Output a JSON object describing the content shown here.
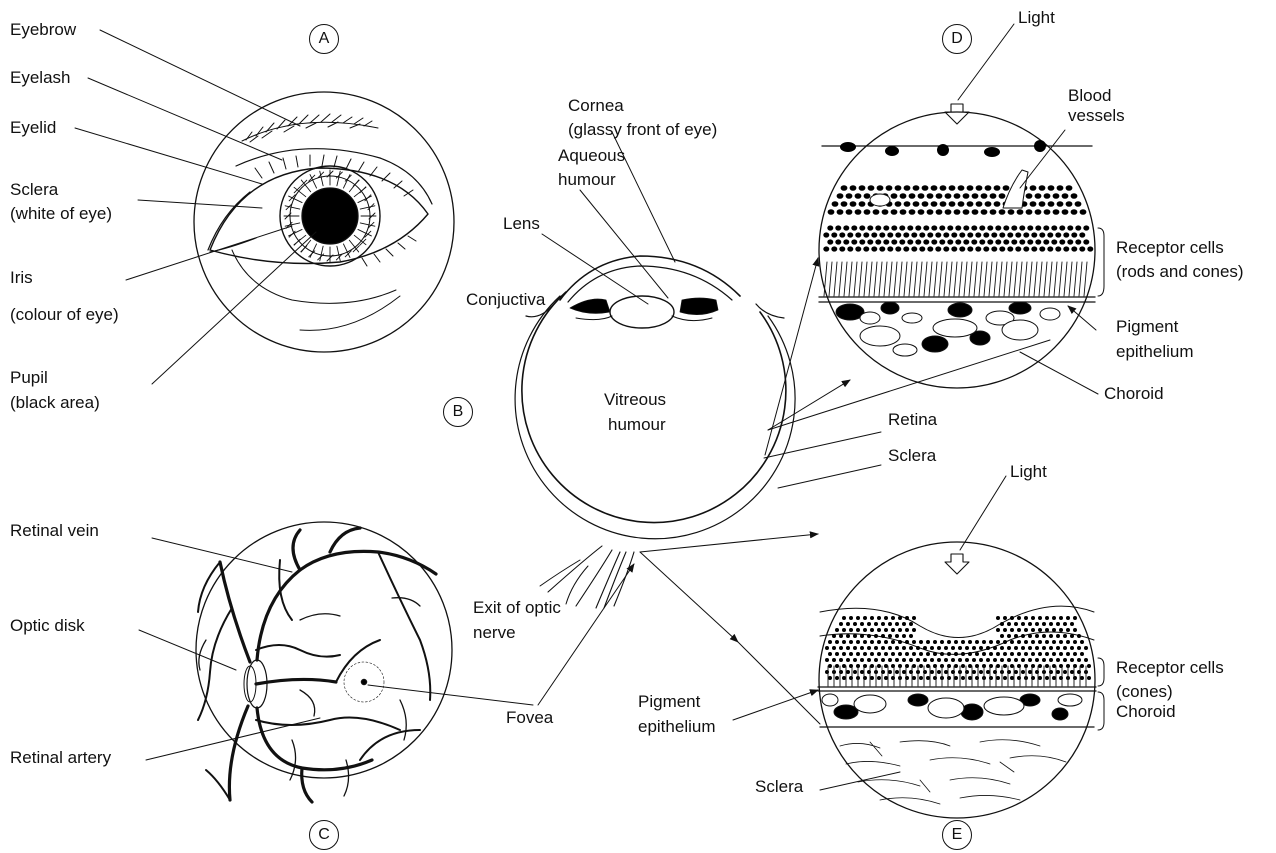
{
  "panels": {
    "a": "A",
    "b": "B",
    "c": "C",
    "d": "D",
    "e": "E"
  },
  "labels": {
    "eyebrow": "Eyebrow",
    "eyelash": "Eyelash",
    "eyelid": "Eyelid",
    "sclera_ext_1": "Sclera",
    "sclera_ext_2": "(white of eye)",
    "iris_1": "Iris",
    "iris_2": "(colour of eye)",
    "pupil_1": "Pupil",
    "pupil_2": "(black area)",
    "cornea_1": "Cornea",
    "cornea_2": "(glassy front of eye)",
    "aqueous_1": "Aqueous",
    "aqueous_2": "humour",
    "lens": "Lens",
    "conjuctiva": "Conjuctiva",
    "vitreous_1": "Vitreous",
    "vitreous_2": "humour",
    "retina": "Retina",
    "sclera_b": "Sclera",
    "exit_1": "Exit of optic",
    "exit_2": "nerve",
    "retinal_vein": "Retinal vein",
    "optic_disk": "Optic disk",
    "retinal_artery": "Retinal artery",
    "fovea": "Fovea",
    "light_d": "Light",
    "blood_1": "Blood",
    "blood_2": "vessels",
    "receptor_d_1": "Receptor cells",
    "receptor_d_2": "(rods and cones)",
    "pigment_d_1": "Pigment",
    "pigment_d_2": "epithelium",
    "choroid_d": "Choroid",
    "light_e": "Light",
    "receptor_e_1": "Receptor cells",
    "receptor_e_2": "(cones)",
    "choroid_e": "Choroid",
    "pigment_e_1": "Pigment",
    "pigment_e_2": "epithelium",
    "sclera_e": "Sclera"
  }
}
